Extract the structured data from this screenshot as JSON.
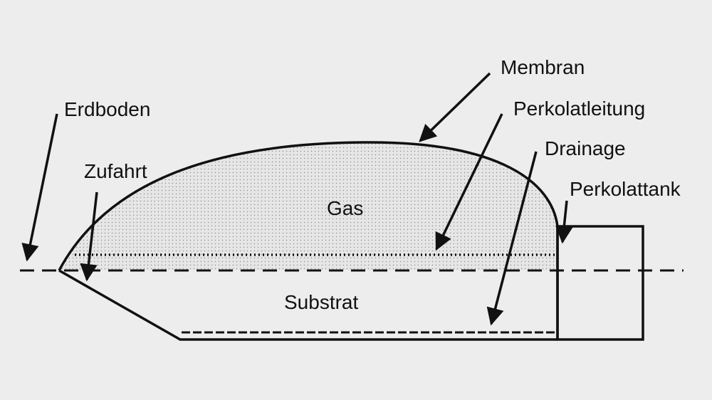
{
  "labels": {
    "membrane": "Membran",
    "soil": "Erdboden",
    "percolate_pipe": "Perkolatleitung",
    "drainage": "Drainage",
    "access": "Zufahrt",
    "percolate_tank": "Perkolattank",
    "gas": "Gas",
    "substrate": "Substrat"
  },
  "colors": {
    "line": "#111111",
    "background": "#ededed",
    "gas_fill": "#e6e6e6",
    "gas_dots": "#8c8c8c"
  }
}
